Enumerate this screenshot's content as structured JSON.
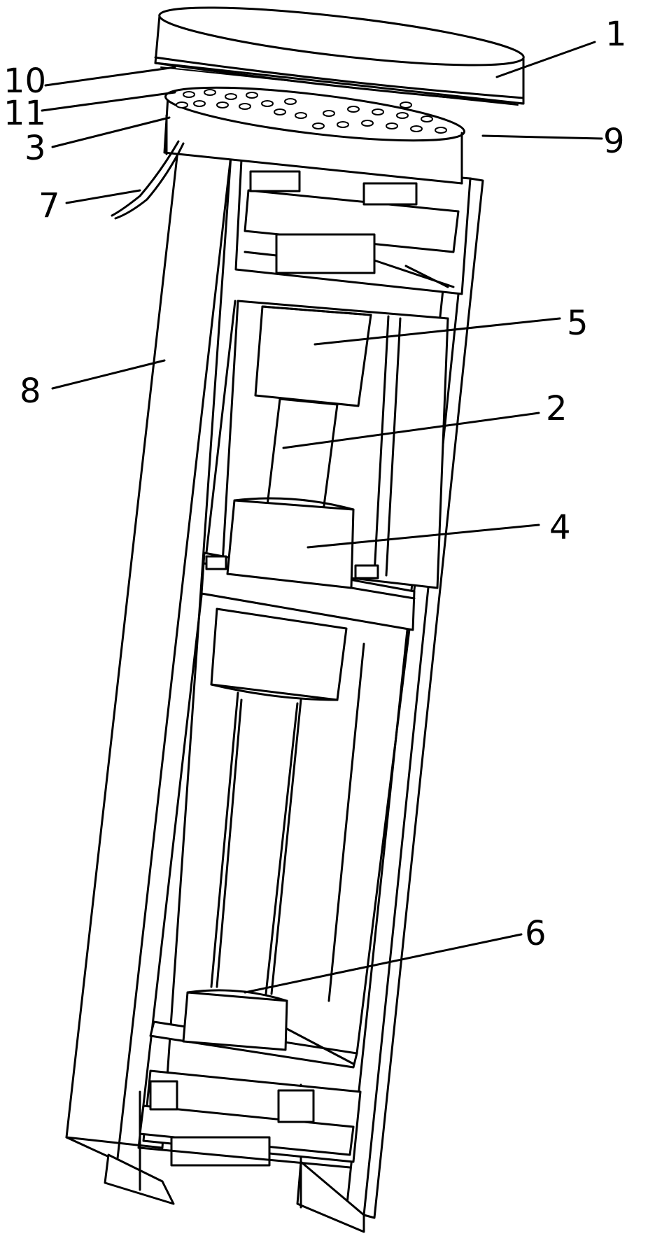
{
  "figure": {
    "background": "#ffffff",
    "line_color": "#000000",
    "callouts": [
      {
        "id": "1",
        "label": "1"
      },
      {
        "id": "10",
        "label": "10"
      },
      {
        "id": "11",
        "label": "11"
      },
      {
        "id": "3",
        "label": "3"
      },
      {
        "id": "9",
        "label": "9"
      },
      {
        "id": "7",
        "label": "7"
      },
      {
        "id": "5",
        "label": "5"
      },
      {
        "id": "8",
        "label": "8"
      },
      {
        "id": "2",
        "label": "2"
      },
      {
        "id": "4",
        "label": "4"
      },
      {
        "id": "6",
        "label": "6"
      }
    ]
  }
}
